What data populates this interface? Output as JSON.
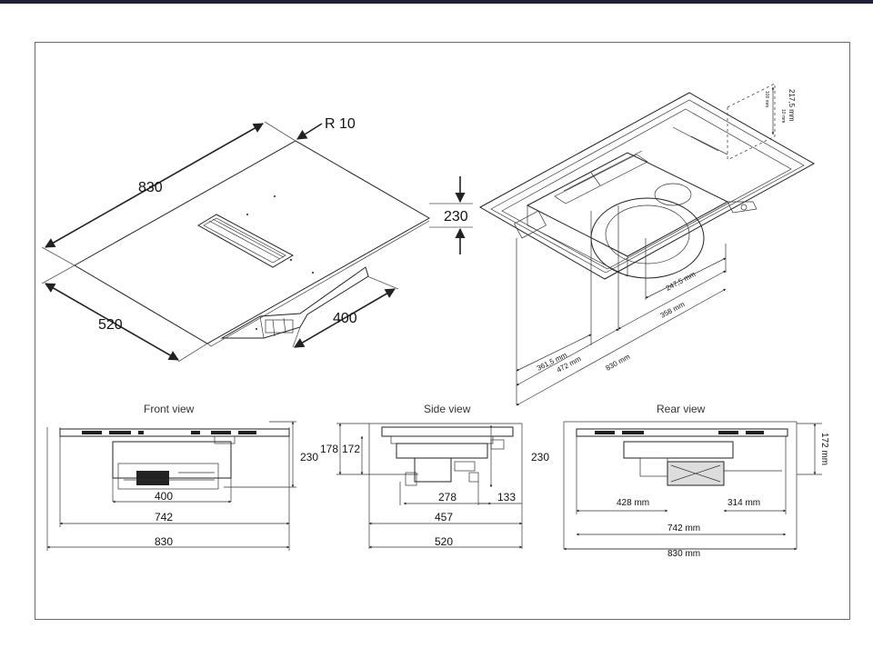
{
  "top_view": {
    "width_label": "830",
    "depth_label": "520",
    "radius_label": "R 10",
    "height_label": "230",
    "unit_label": "400"
  },
  "iso_view": {
    "dim_361": "361,5 mm",
    "dim_472": "472 mm",
    "dim_830": "830 mm",
    "dim_358": "358 mm",
    "dim_247": "247,5 mm",
    "dim_217": "217,5 mm",
    "dim_small": "100 mm",
    "dim_small2": "10 mm"
  },
  "front_view": {
    "title": "Front view",
    "d400": "400",
    "d742": "742",
    "d830": "830",
    "d230": "230"
  },
  "side_view": {
    "title": "Side view",
    "d178": "178",
    "d172": "172",
    "d230": "230",
    "d278": "278",
    "d133": "133",
    "d457": "457",
    "d520": "520"
  },
  "rear_view": {
    "title": "Rear view",
    "d428": "428 mm",
    "d314": "314 mm",
    "d742": "742 mm",
    "d830": "830 mm",
    "d172": "172 mm"
  },
  "colors": {
    "line": "#222222",
    "frame": "#6a6a6a",
    "topbar": "#1f2030"
  }
}
